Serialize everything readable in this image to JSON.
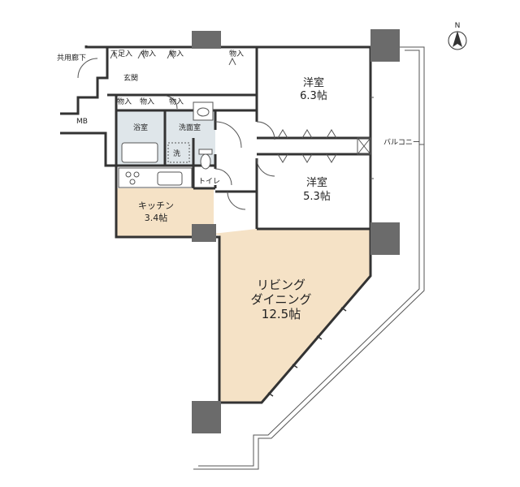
{
  "compass": {
    "label": "N"
  },
  "labels": {
    "corridor": "共用廊下",
    "mb": "MB",
    "entrance": "玄関",
    "shoe_storage": "下足入",
    "storage": "物入",
    "bath": "浴室",
    "washroom": "洗面室",
    "washer": "洗",
    "toilet": "トイレ",
    "balcony": "バルコニー"
  },
  "rooms": {
    "western1": {
      "name": "洋室",
      "size": "6.3帖"
    },
    "western2": {
      "name": "洋室",
      "size": "5.3帖"
    },
    "kitchen": {
      "name": "キッチン",
      "size": "3.4帖"
    },
    "living": {
      "name1": "リビング",
      "name2": "ダイニング",
      "size": "12.5帖"
    }
  },
  "colors": {
    "wall": "#333333",
    "column": "#6b6b6b",
    "floor_wood": "#f5e2c6",
    "floor_tile": "#dfe6ea",
    "floor_white": "#ffffff",
    "thin_line": "#555555"
  }
}
